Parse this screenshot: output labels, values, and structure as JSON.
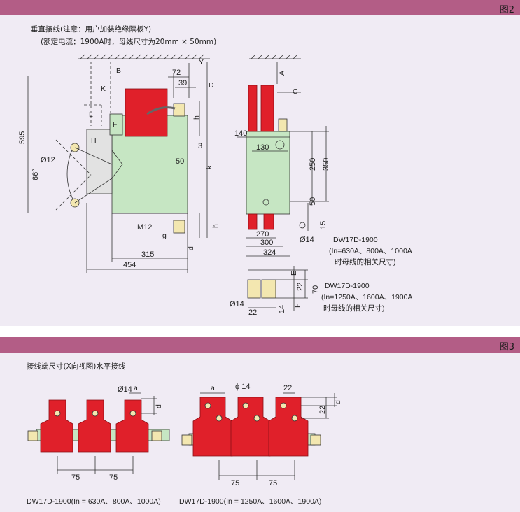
{
  "figures": [
    {
      "label": "图2",
      "title": "垂直接线(注意：用户加装绝缘隔板Y)",
      "note": "(额定电流：1900A时，母线尺寸为20mm × 50mm)"
    },
    {
      "label": "图3",
      "title": "接线端尺寸(X向视图)水平接线"
    }
  ],
  "fig2_side": {
    "letters": [
      "B",
      "K",
      "L",
      "F",
      "H",
      "Y",
      "D",
      "h",
      "k",
      "h",
      "g",
      "d"
    ],
    "dims": [
      "72",
      "39",
      "3",
      "50",
      "315",
      "454",
      "595",
      "66°",
      "Ø12",
      "M12"
    ]
  },
  "fig2_front": {
    "letters": [
      "A",
      "C"
    ],
    "dims": [
      "140",
      "130",
      "250",
      "350",
      "50",
      "15",
      "270",
      "300",
      "324",
      "Ø14"
    ],
    "caption": [
      "DW17D-1900",
      "(In=630A、800A、1000A",
      "时母线的相关尺寸)"
    ]
  },
  "fig2_small": {
    "letters": [
      "E",
      "F"
    ],
    "dims": [
      "Ø14",
      "22",
      "22",
      "70",
      "14"
    ],
    "caption": [
      "DW17D-1900",
      "(In=1250A、1600A、1900A",
      "时母线的相关尺寸)"
    ]
  },
  "fig3_left": {
    "dims": [
      "Ø14",
      "a",
      "d",
      "75",
      "75"
    ],
    "caption": "DW17D-1900(In = 630A、800A、1000A)"
  },
  "fig3_right": {
    "dims": [
      "a",
      "ϕ 14",
      "22",
      "d",
      "22",
      "75",
      "75"
    ],
    "caption": "DW17D-1900(In = 1250A、1600A、1900A)"
  },
  "colors": {
    "header": "#b35d86",
    "panel": "#f0ebf4",
    "busbar": "#e0202a",
    "body_green": "#c6e6c3",
    "terminal": "#f3e7b0"
  }
}
